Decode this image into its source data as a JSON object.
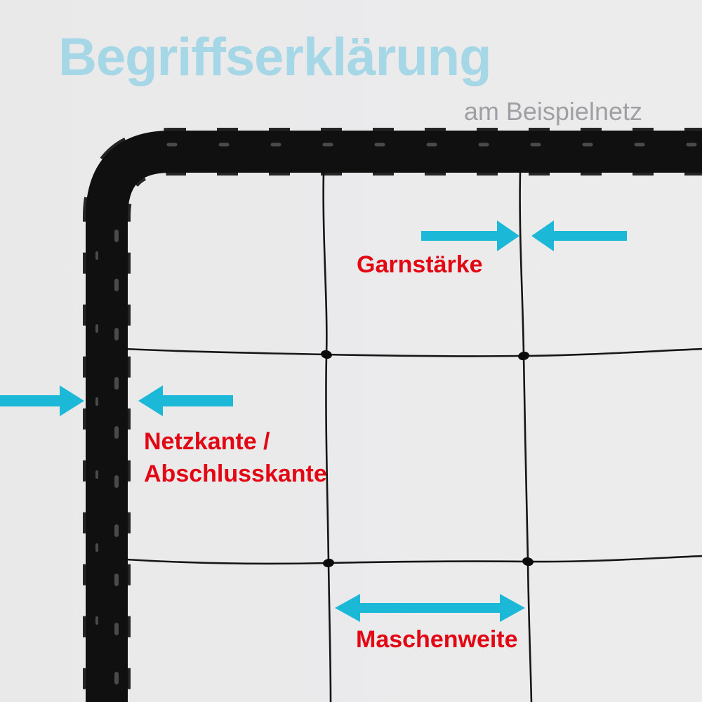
{
  "header": {
    "title": "Begriffserklärung",
    "subtitle": "am Beispielnetz"
  },
  "labels": {
    "yarn_thickness": "Garnstärke",
    "net_edge_line1": "Netzkante /",
    "net_edge_line2": "Abschlusskante",
    "mesh_width": "Maschenweite"
  },
  "colors": {
    "bg": "#e9e9ea",
    "title-blue": "#a6d7e7",
    "subtitle-gray": "#9fa0a3",
    "label-red": "#e30613",
    "arrow-cyan": "#1cb8d8",
    "net-black": "#101010"
  }
}
